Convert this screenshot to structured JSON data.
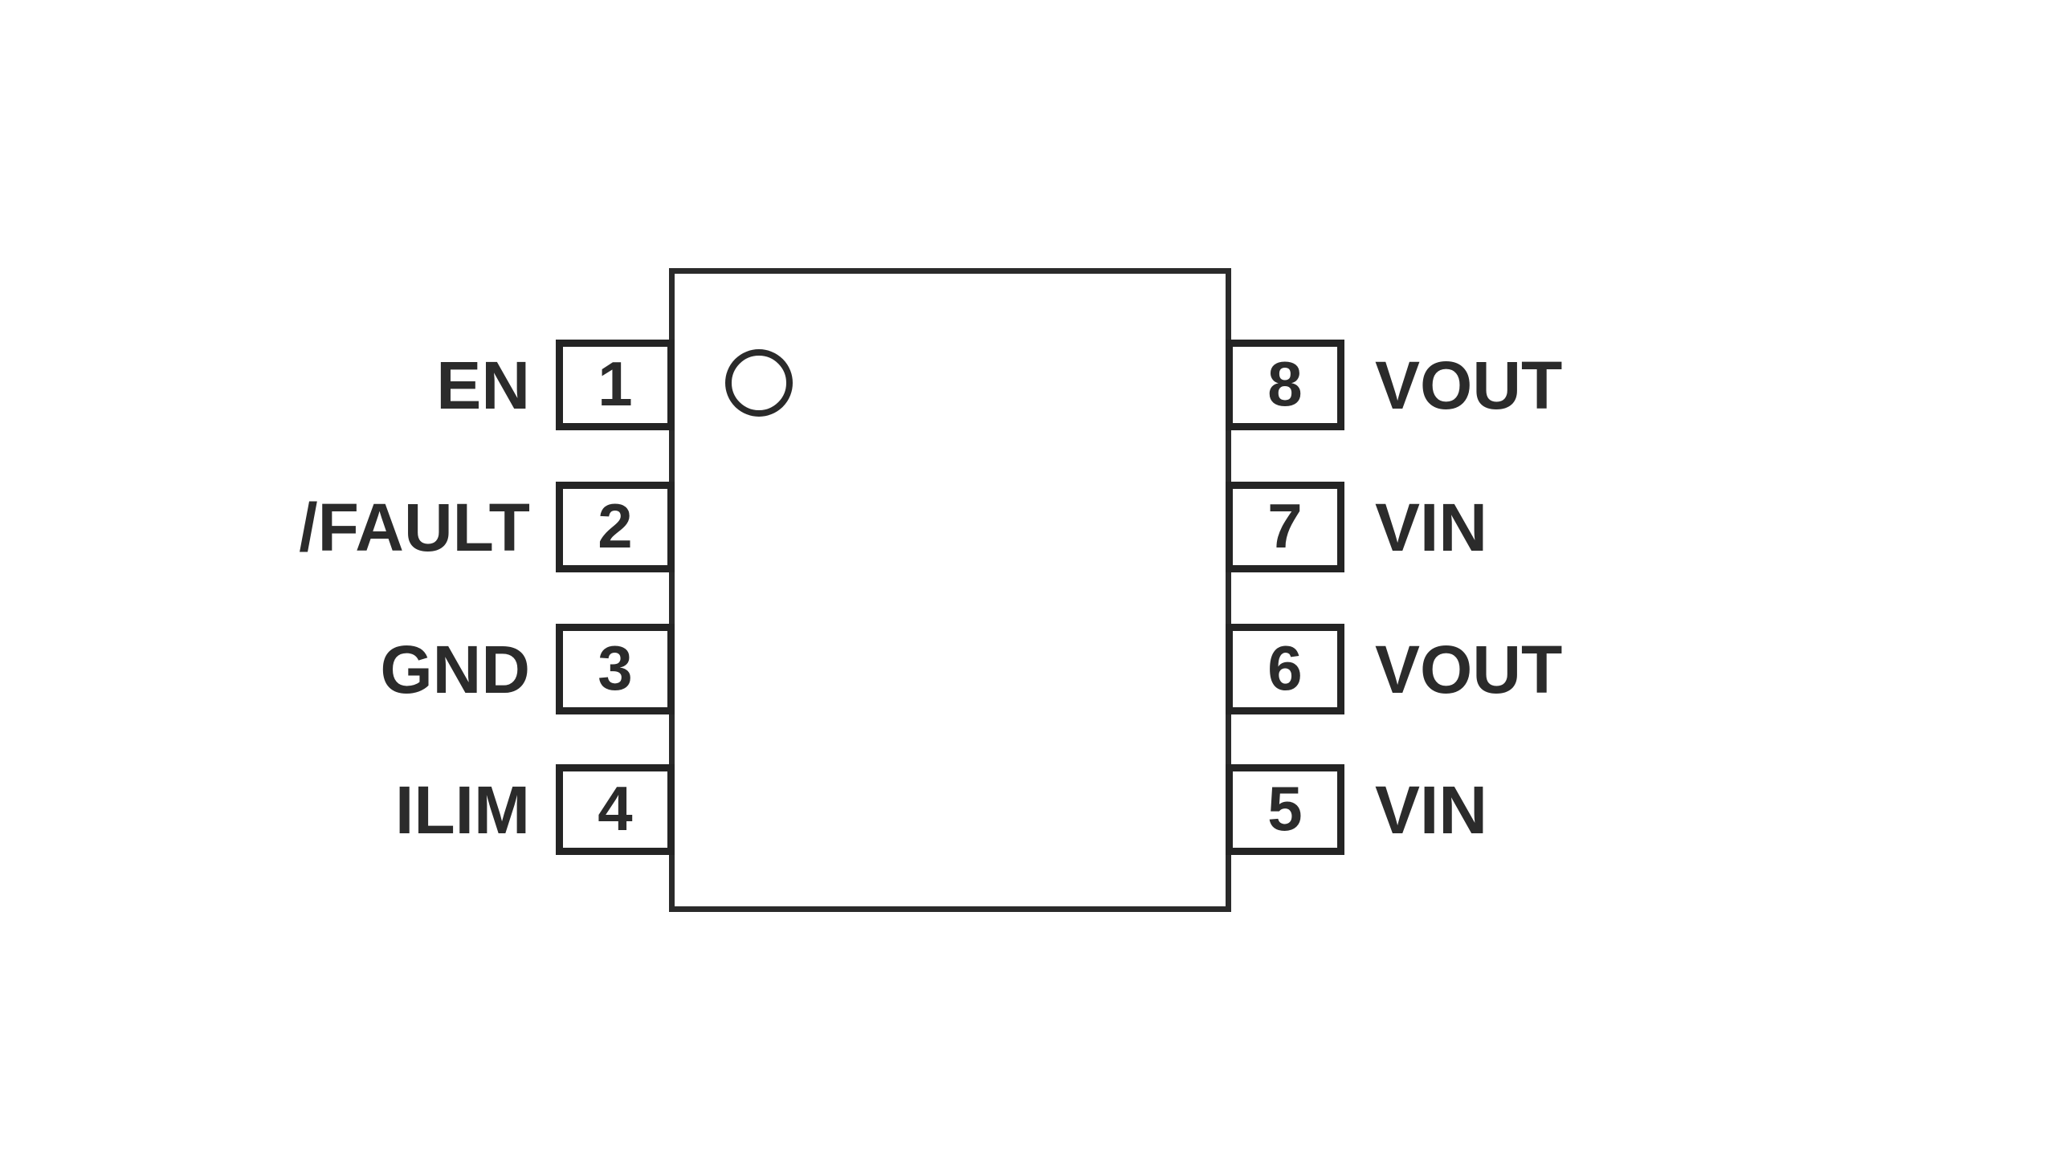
{
  "diagram": {
    "type": "ic-pinout",
    "package_pin_count": 8,
    "pin1_indicator_icon": "circle",
    "colors": {
      "line": "#2a2a2a",
      "text": "#2b2b2b",
      "background": "#ffffff"
    }
  },
  "pins": {
    "left": [
      {
        "number": "1",
        "label": "EN"
      },
      {
        "number": "2",
        "label": "/FAULT"
      },
      {
        "number": "3",
        "label": "GND"
      },
      {
        "number": "4",
        "label": "ILIM"
      }
    ],
    "right": [
      {
        "number": "8",
        "label": "VOUT"
      },
      {
        "number": "7",
        "label": "VIN"
      },
      {
        "number": "6",
        "label": "VOUT"
      },
      {
        "number": "5",
        "label": "VIN"
      }
    ]
  }
}
